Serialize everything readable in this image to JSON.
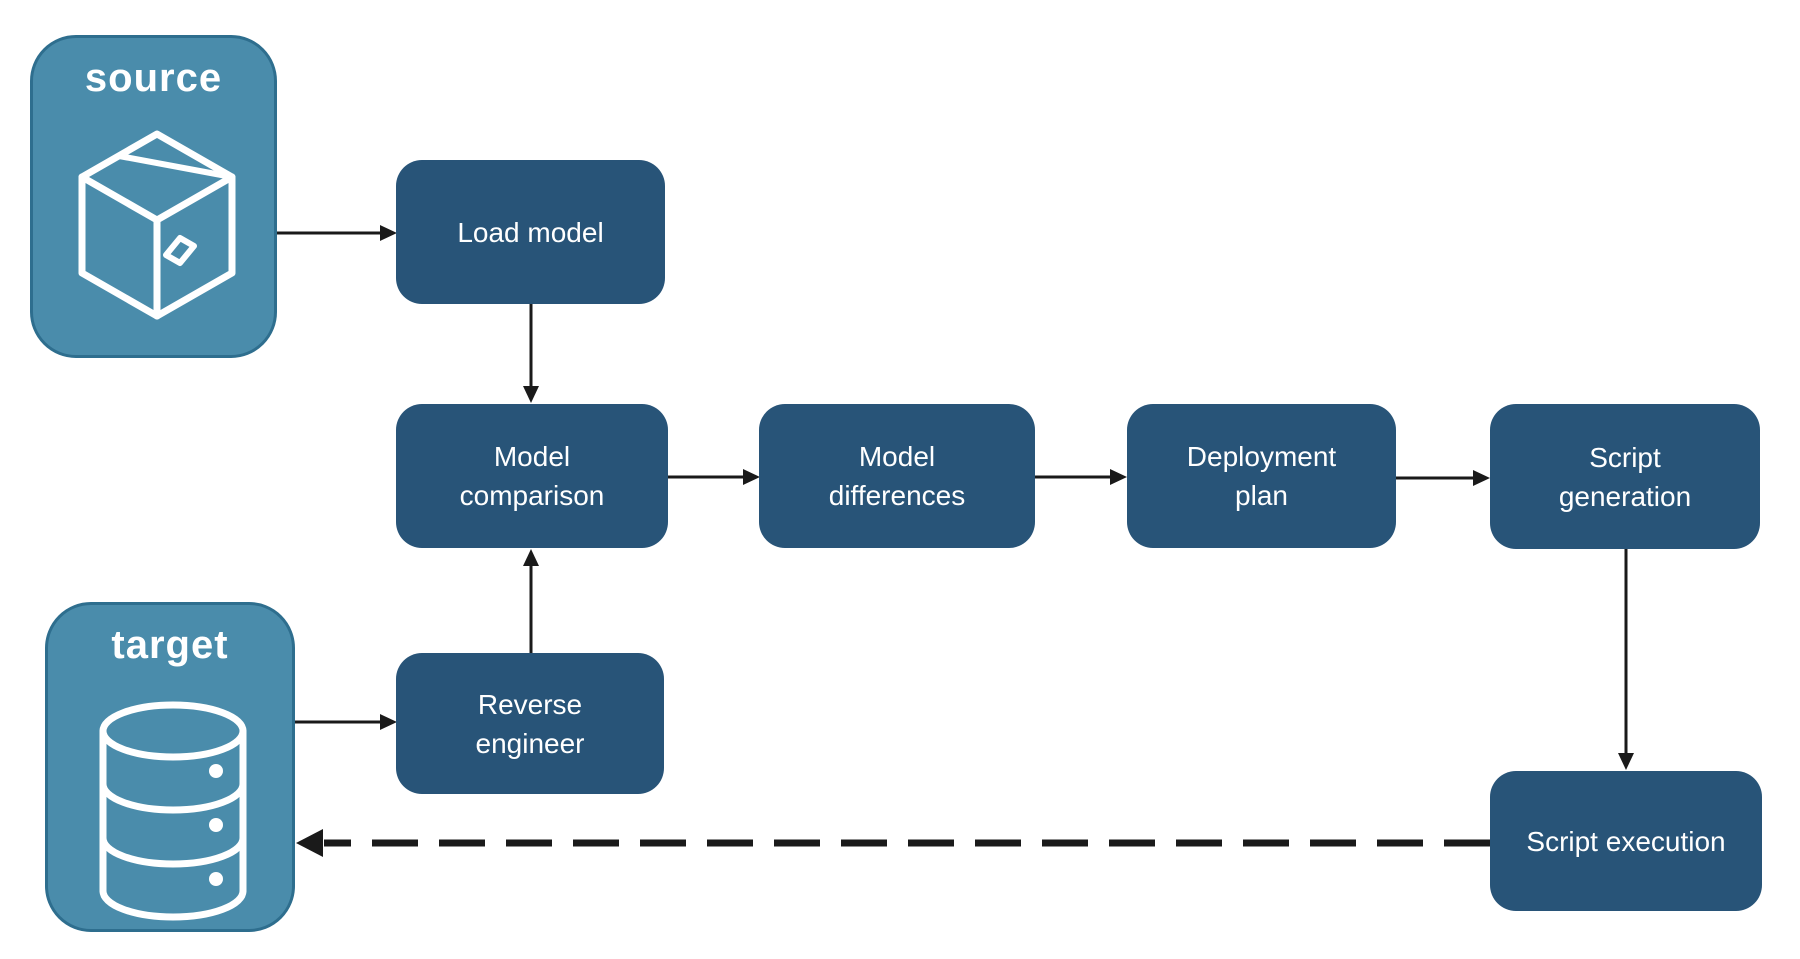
{
  "diagram": {
    "title": "",
    "endpoints": {
      "source": {
        "label": "source",
        "icon": "package-box-icon"
      },
      "target": {
        "label": "target",
        "icon": "database-icon"
      }
    },
    "nodes": [
      {
        "id": "load-model",
        "label": "Load model"
      },
      {
        "id": "model-comparison",
        "label": "Model comparison"
      },
      {
        "id": "model-differences",
        "label": "Model differences"
      },
      {
        "id": "deployment-plan",
        "label": "Deployment plan"
      },
      {
        "id": "script-generation",
        "label": "Script generation"
      },
      {
        "id": "reverse-engineer",
        "label": "Reverse engineer"
      },
      {
        "id": "script-execution",
        "label": "Script execution"
      }
    ],
    "edges": [
      {
        "from": "source",
        "to": "load-model",
        "style": "solid"
      },
      {
        "from": "load-model",
        "to": "model-comparison",
        "style": "solid"
      },
      {
        "from": "model-comparison",
        "to": "model-differences",
        "style": "solid"
      },
      {
        "from": "model-differences",
        "to": "deployment-plan",
        "style": "solid"
      },
      {
        "from": "deployment-plan",
        "to": "script-generation",
        "style": "solid"
      },
      {
        "from": "script-generation",
        "to": "script-execution",
        "style": "solid"
      },
      {
        "from": "target",
        "to": "reverse-engineer",
        "style": "solid"
      },
      {
        "from": "reverse-engineer",
        "to": "model-comparison",
        "style": "solid"
      },
      {
        "from": "script-execution",
        "to": "target",
        "style": "dashed"
      }
    ],
    "colors": {
      "process_fill": "#285478",
      "process_text": "#ffffff",
      "endpoint_fill": "#4a8cab",
      "endpoint_border": "#2e6e8e",
      "endpoint_text": "#ffffff",
      "arrow": "#1a1a1a",
      "background": "#ffffff"
    }
  }
}
